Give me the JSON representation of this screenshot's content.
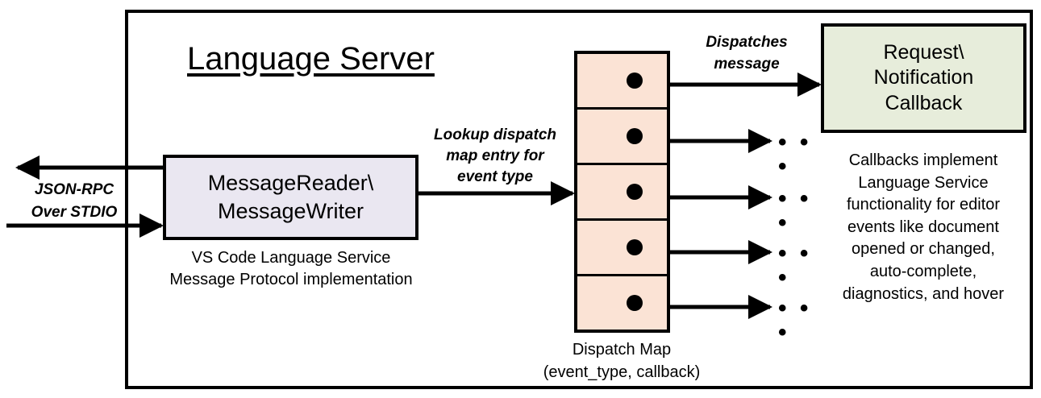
{
  "diagram": {
    "title": "Language Server",
    "external_io": {
      "label": "JSON-RPC\nOver STDIO",
      "outgoing_arrow": "arrow-left",
      "incoming_arrow": "arrow-right"
    },
    "reader_box": {
      "label": "MessageReader\\\nMessageWriter",
      "caption": "VS Code Language Service\nMessage Protocol implementation",
      "fill": "#EAE7F1",
      "stroke": "#000000"
    },
    "lookup_edge": {
      "label": "Lookup dispatch\nmap entry for\nevent type"
    },
    "dispatch_table": {
      "caption": "Dispatch Map\n(event_type, callback)",
      "fill": "#FBE3D5",
      "stroke": "#000000",
      "row_count": 5,
      "rows": [
        {
          "index": 1,
          "marker": "dot",
          "outgoing": "callback-arrow",
          "target": "Request\\Notification Callback"
        },
        {
          "index": 2,
          "marker": "dot",
          "outgoing": "callback-arrow",
          "target": "..."
        },
        {
          "index": 3,
          "marker": "dot",
          "outgoing": "callback-arrow",
          "target": "..."
        },
        {
          "index": 4,
          "marker": "dot",
          "outgoing": "callback-arrow",
          "target": "..."
        },
        {
          "index": 5,
          "marker": "dot",
          "outgoing": "callback-arrow",
          "target": "..."
        }
      ],
      "ellipsis": "• • •"
    },
    "dispatch_edge": {
      "label": "Dispatches\nmessage"
    },
    "callback_box": {
      "label": "Request\\\nNotification\nCallback",
      "caption": "Callbacks implement\nLanguage Service\nfunctionality for editor\nevents like document\nopened or changed,\nauto-complete,\ndiagnostics, and hover",
      "fill": "#E7EDDB",
      "stroke": "#000000"
    }
  }
}
